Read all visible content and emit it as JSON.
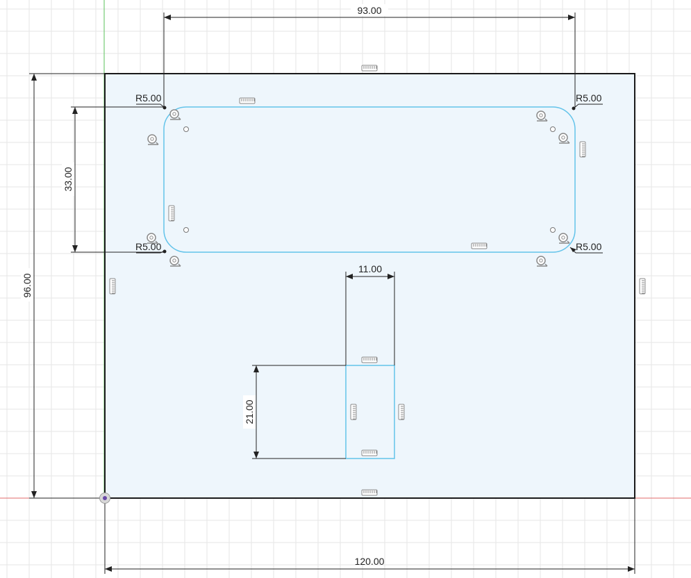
{
  "dimensions": {
    "top_width": "93.00",
    "overall_height": "96.00",
    "slot_height": "33.00",
    "small_width": "11.00",
    "small_height": "21.00",
    "overall_width": "120.00",
    "radius_top_left": "R5.00",
    "radius_top_right": "R5.00",
    "radius_bottom_left": "R5.00",
    "radius_bottom_right": "R5.00"
  },
  "colors": {
    "grid": "#e6e6e6",
    "plate_fill": "#eef6fc",
    "plate_stroke": "#1a1a1a",
    "profile_stroke": "#62c3ea",
    "dimension_line": "#222222",
    "axis_x": "#e06a6a",
    "axis_y": "#59c159"
  },
  "icons": {
    "horizontal_constraint": "horizontal-constraint-icon",
    "vertical_constraint": "vertical-constraint-icon",
    "tangent_constraint": "tangent-constraint-icon",
    "origin": "origin-point-icon"
  }
}
